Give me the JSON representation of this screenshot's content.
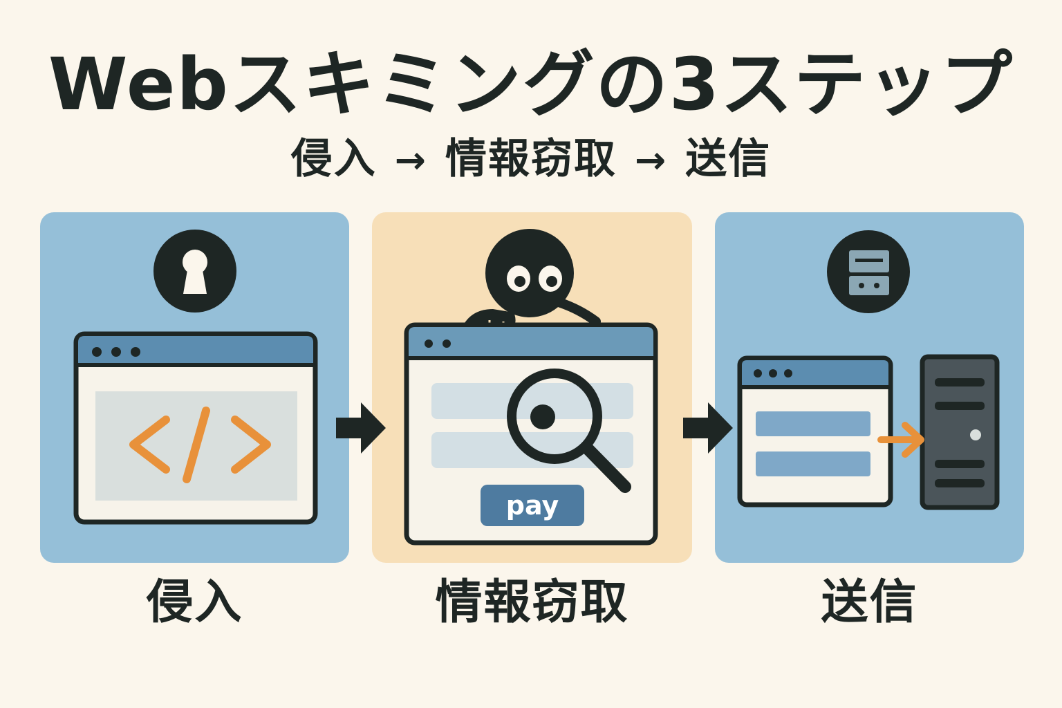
{
  "title": "Webスキミングの3ステップ",
  "subtitle": {
    "step1": "侵入",
    "step2": "情報窃取",
    "step3": "送信",
    "arrow": "→"
  },
  "steps": [
    {
      "label": "侵入",
      "icon": "keyhole-icon",
      "illustration": "browser-with-code-icon"
    },
    {
      "label": "情報窃取",
      "icon": "lurking-attacker-icon",
      "illustration": "payment-form-magnifier-icon",
      "button_text": "pay"
    },
    {
      "label": "送信",
      "icon": "server-icon",
      "illustration": "browser-to-server-icon"
    }
  ],
  "colors": {
    "background": "#fbf6ec",
    "panel_blue": "#95bfd8",
    "panel_peach": "#f7dfb8",
    "dark": "#1e2624",
    "accent_orange": "#e8913a",
    "titlebar_blue": "#5c8db0"
  }
}
